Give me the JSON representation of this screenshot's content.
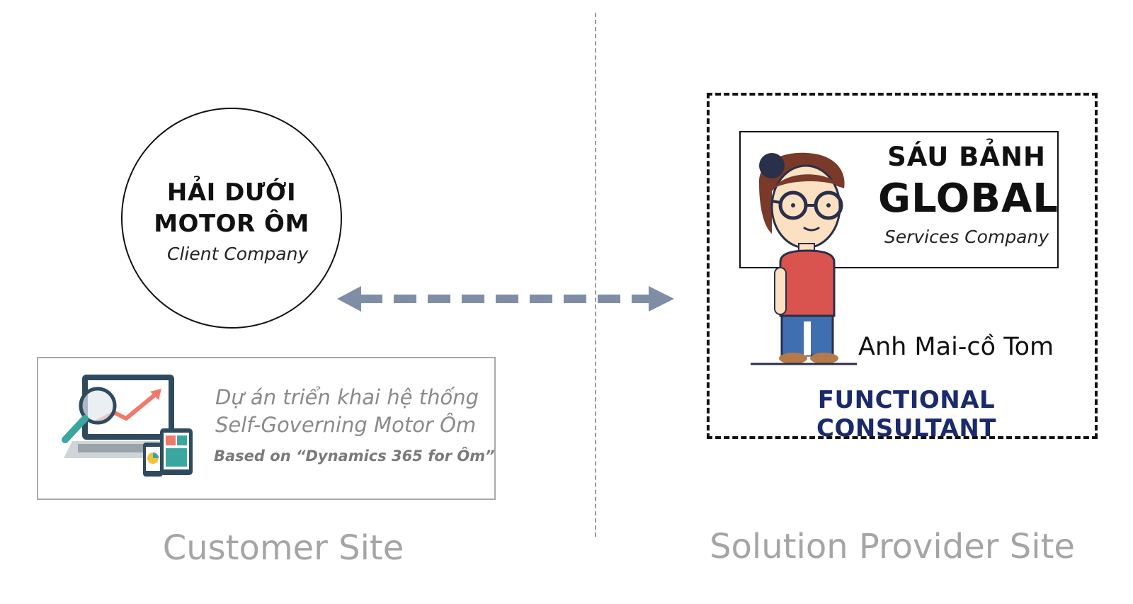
{
  "client": {
    "name_line1": "HẢI DƯỚI",
    "name_line2": "MOTOR ÔM",
    "subtitle": "Client Company"
  },
  "project": {
    "line1": "Dự án triển khai hệ thống",
    "line2": "Self-Governing Motor Ôm",
    "line3": "Based on “Dynamics 365 for Ôm”",
    "icon": "analytics-devices-icon"
  },
  "provider": {
    "company_line1": "SÁU BẢNH",
    "company_line2": "GLOBAL",
    "company_subtitle": "Services Company",
    "person_name": "Anh Mai-cồ Tom",
    "role": "FUNCTIONAL CONSULTANT",
    "icon": "consultant-person-icon"
  },
  "sites": {
    "customer": "Customer Site",
    "provider": "Solution Provider Site"
  },
  "colors": {
    "arrow": "#7f8ea6",
    "role_text": "#1a2a6c",
    "site_label": "#a5a5a5",
    "project_text": "#8a8a8a"
  }
}
